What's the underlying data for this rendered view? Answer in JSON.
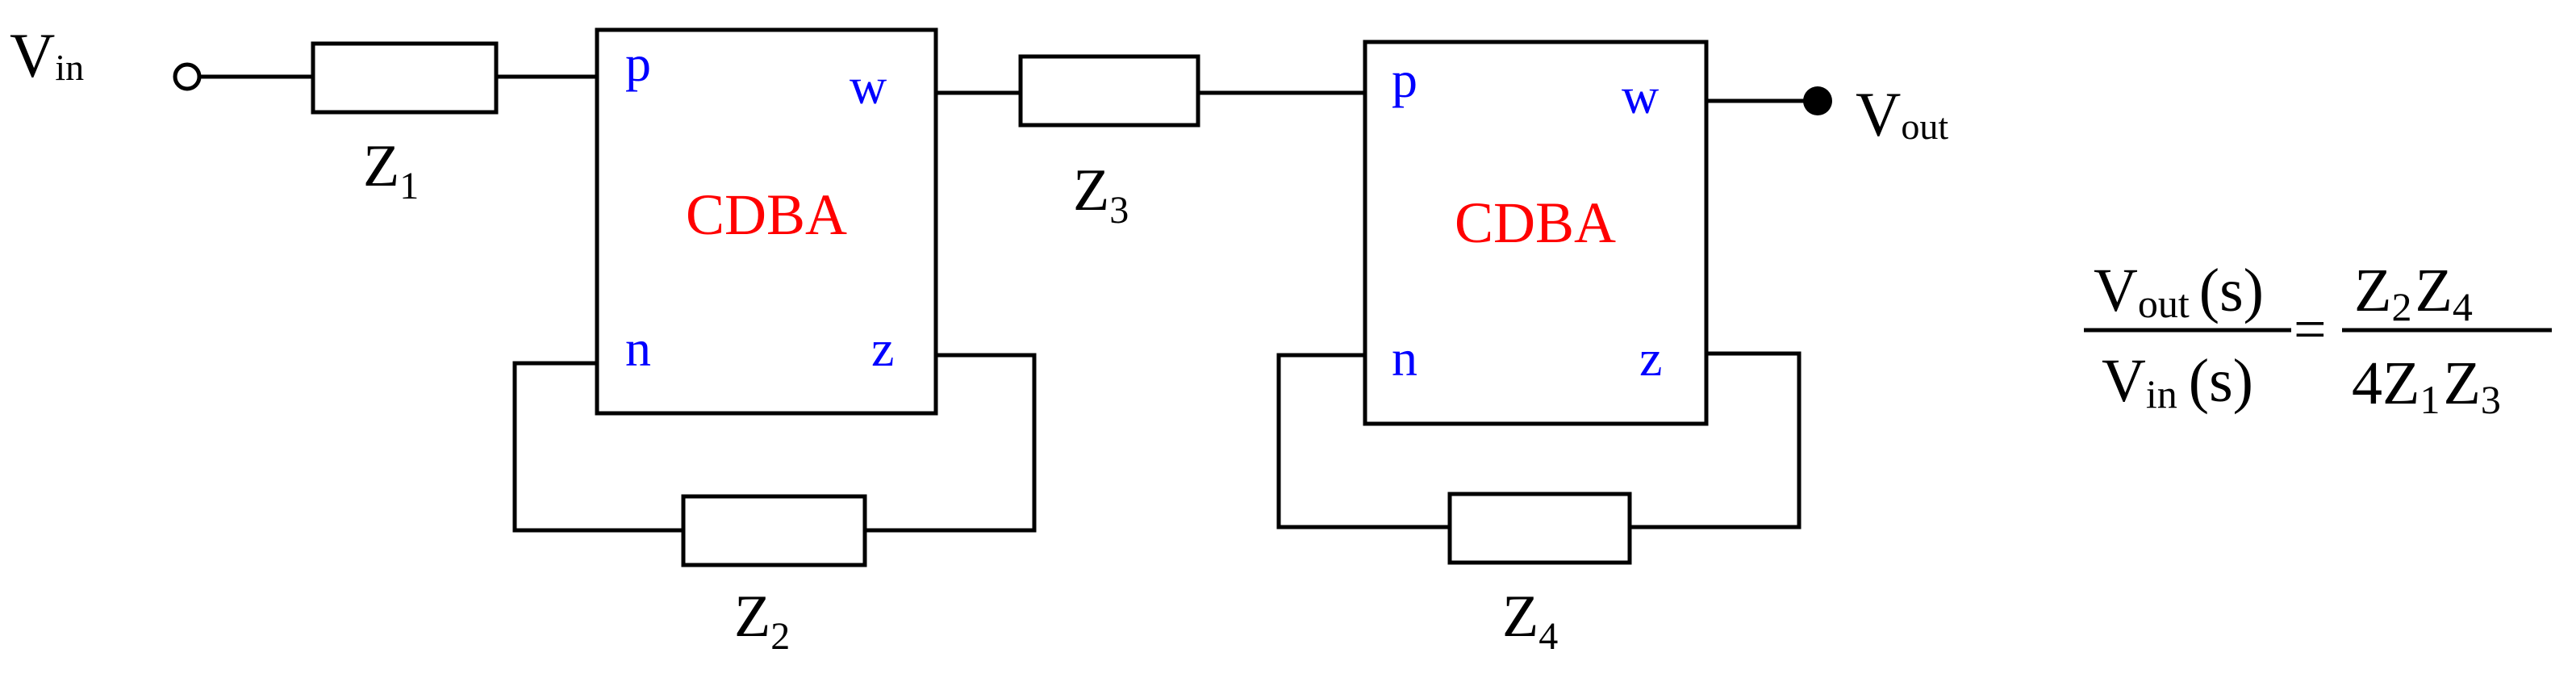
{
  "colors": {
    "wire": "#000000",
    "pin_label": "#0000ff",
    "block_label": "#ff0000",
    "text": "#000000",
    "background": "#ffffff"
  },
  "input": {
    "label": "V",
    "label_sub": "in",
    "terminal": "open-circle-terminal"
  },
  "output": {
    "label": "V",
    "label_sub": "out",
    "terminal": "filled-dot-terminal"
  },
  "impedances": [
    {
      "id": "z1",
      "label": "Z",
      "sub": "1"
    },
    {
      "id": "z2",
      "label": "Z",
      "sub": "2"
    },
    {
      "id": "z3",
      "label": "Z",
      "sub": "3"
    },
    {
      "id": "z4",
      "label": "Z",
      "sub": "4"
    }
  ],
  "blocks": [
    {
      "id": "cdba1",
      "label": "CDBA",
      "pins": {
        "p": "p",
        "n": "n",
        "w": "w",
        "z": "z"
      }
    },
    {
      "id": "cdba2",
      "label": "CDBA",
      "pins": {
        "p": "p",
        "n": "n",
        "w": "w",
        "z": "z"
      }
    }
  ],
  "equation": {
    "lhs": {
      "num_var": "V",
      "num_sub": "out",
      "num_arg": "(s)",
      "den_var": "V",
      "den_sub": "in",
      "den_arg": "(s)"
    },
    "equals": "=",
    "rhs": {
      "num_z1": "Z",
      "num_z1_sub": "2",
      "num_z2": "Z",
      "num_z2_sub": "4",
      "den_coef": "4",
      "den_z1": "Z",
      "den_z1_sub": "1",
      "den_z2": "Z",
      "den_z2_sub": "3"
    }
  }
}
